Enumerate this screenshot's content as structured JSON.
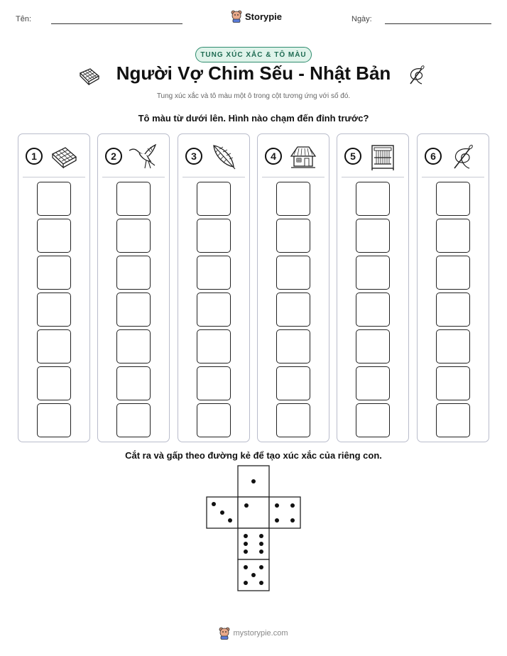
{
  "header": {
    "name_label": "Tên:",
    "date_label": "Ngày:",
    "brand": "Storypie"
  },
  "badge": "TUNG XÚC XẮC & TÔ MÀU",
  "title": "Người Vợ Chim Sếu - Nhật Bản",
  "subtitle": "Tung xúc xắc và tô màu một ô trong cột tương ứng với số đó.",
  "instruction": "Tô màu từ dưới lên. Hình nào chạm đến đỉnh trước?",
  "columns": [
    {
      "number": "1",
      "icon": "folded-cloth-icon"
    },
    {
      "number": "2",
      "icon": "crane-bird-icon"
    },
    {
      "number": "3",
      "icon": "feather-icon"
    },
    {
      "number": "4",
      "icon": "thatched-house-icon"
    },
    {
      "number": "5",
      "icon": "loom-icon"
    },
    {
      "number": "6",
      "icon": "thread-needle-icon"
    }
  ],
  "cells_per_column": 7,
  "dice_instruction": "Cắt ra và gấp theo đường kẻ để tạo xúc xắc của riêng con.",
  "dice_faces": [
    {
      "face": "top",
      "pips": 1
    },
    {
      "face": "left",
      "pips": 3
    },
    {
      "face": "center",
      "pips": 1
    },
    {
      "face": "right",
      "pips": 4
    },
    {
      "face": "lower",
      "pips": 6
    },
    {
      "face": "bottom",
      "pips": 5
    }
  ],
  "footer": "mystorypie.com",
  "colors": {
    "badge_border": "#2e8c6e",
    "badge_fill": "#dff3ea",
    "column_border": "#b9bccb"
  }
}
